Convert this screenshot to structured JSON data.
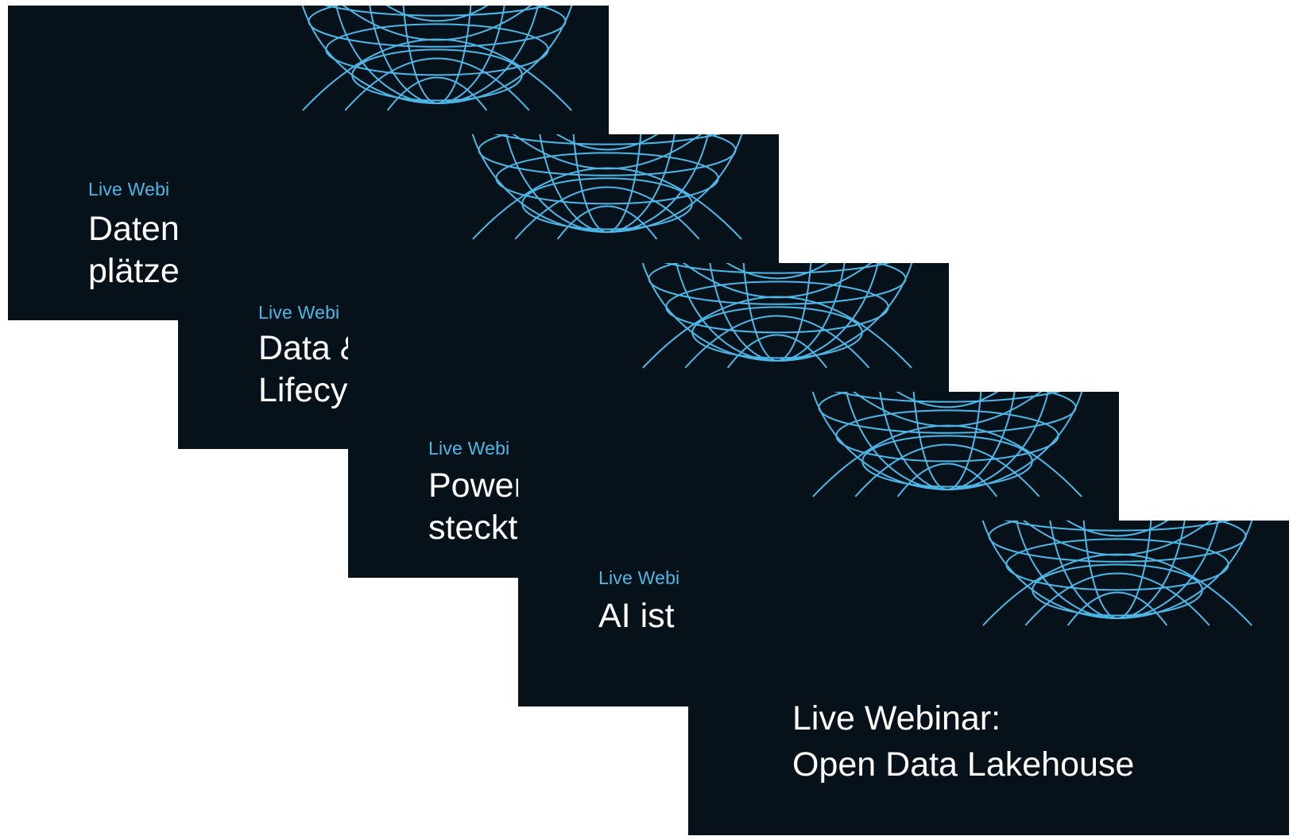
{
  "accent_color": "#4db8e8",
  "card_background": "#07111a",
  "cards": [
    {
      "subtitle": "Live Webi",
      "title": "Daten\nplätze"
    },
    {
      "subtitle": "Live Webi",
      "title": "Data &\nLifecy"
    },
    {
      "subtitle": "Live Webi",
      "title": "Power\nsteckt"
    },
    {
      "subtitle": "Live Webi",
      "title": "AI ist"
    },
    {
      "title": "Live Webinar:\nOpen Data Lakehouse"
    }
  ]
}
